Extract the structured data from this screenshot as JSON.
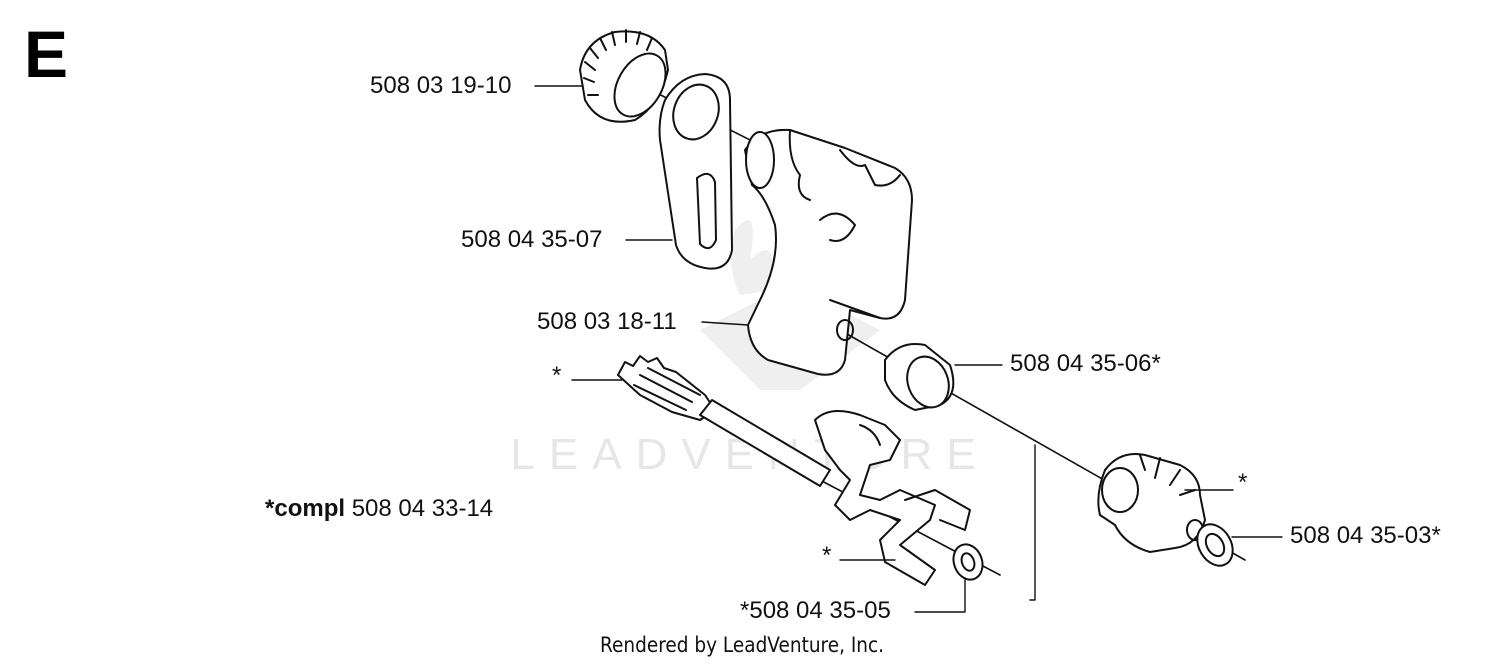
{
  "section_letter": "E",
  "watermark": {
    "text": "LEADVENTURE"
  },
  "footer": {
    "credit": "Rendered by LeadVenture, Inc."
  },
  "parts": {
    "knob": "508 03 19-10",
    "adjuster_plate": "508 04 35-07",
    "housing": "508 03 18-11",
    "spline_asterisk": "*",
    "bushing": "508 04 35-06*",
    "complete_prefix": "*compl",
    "complete_number": "508 04 33-14",
    "lever_asterisk": "*",
    "washer_small": "*508 04 35-05",
    "worm_asterisk": "*",
    "washer_right": "508 04 35-03*"
  },
  "colors": {
    "line": "#111111",
    "watermark": "#e6e6e6"
  }
}
